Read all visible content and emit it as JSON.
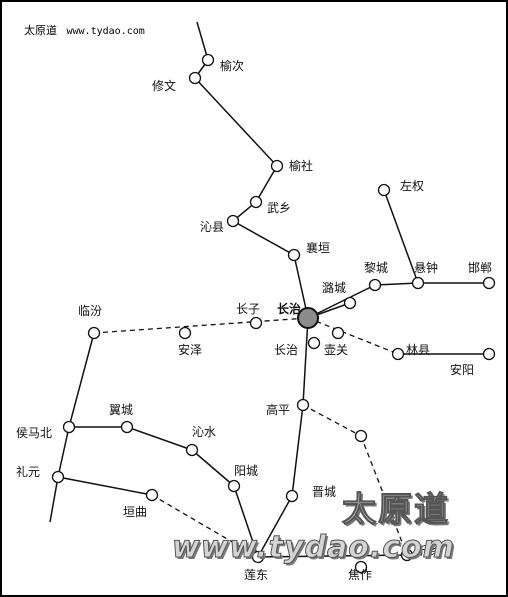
{
  "header": {
    "site_name": "太原道",
    "site_url": "www.tydao.com"
  },
  "watermark": {
    "title": "太原道",
    "url": "www.tydao.com"
  },
  "colors": {
    "line": "#111111",
    "station_fill": "#ffffff",
    "hub_fill": "#8c8c8c",
    "label": "#111111"
  },
  "stations": {
    "yuci": "榆次",
    "xiuwen": "修文",
    "yushe": "榆社",
    "wuxiang": "武乡",
    "qinxian": "沁县",
    "xiangyuan": "襄垣",
    "zuoquan": "左权",
    "licheng": "黎城",
    "luchheng": "潞城",
    "shexian": "悬钟",
    "handan": "邯郸",
    "linfen": "临汾",
    "zhangzi": "长子",
    "changzhi_hub": "长治",
    "anze": "安泽",
    "changzhi": "长治",
    "huguan": "壶关",
    "linxian": "林县",
    "anyang": "安阳",
    "gaoping": "高平",
    "houmabei": "侯马北",
    "yicheng": "翼城",
    "qinshui": "沁水",
    "yangcheng": "阳城",
    "liyuan": "礼元",
    "yuanqu": "垣曲",
    "jincheng": "晋城",
    "liandong": "莲东",
    "jiaozuo": "焦作",
    "xinxiang": "新乡"
  }
}
